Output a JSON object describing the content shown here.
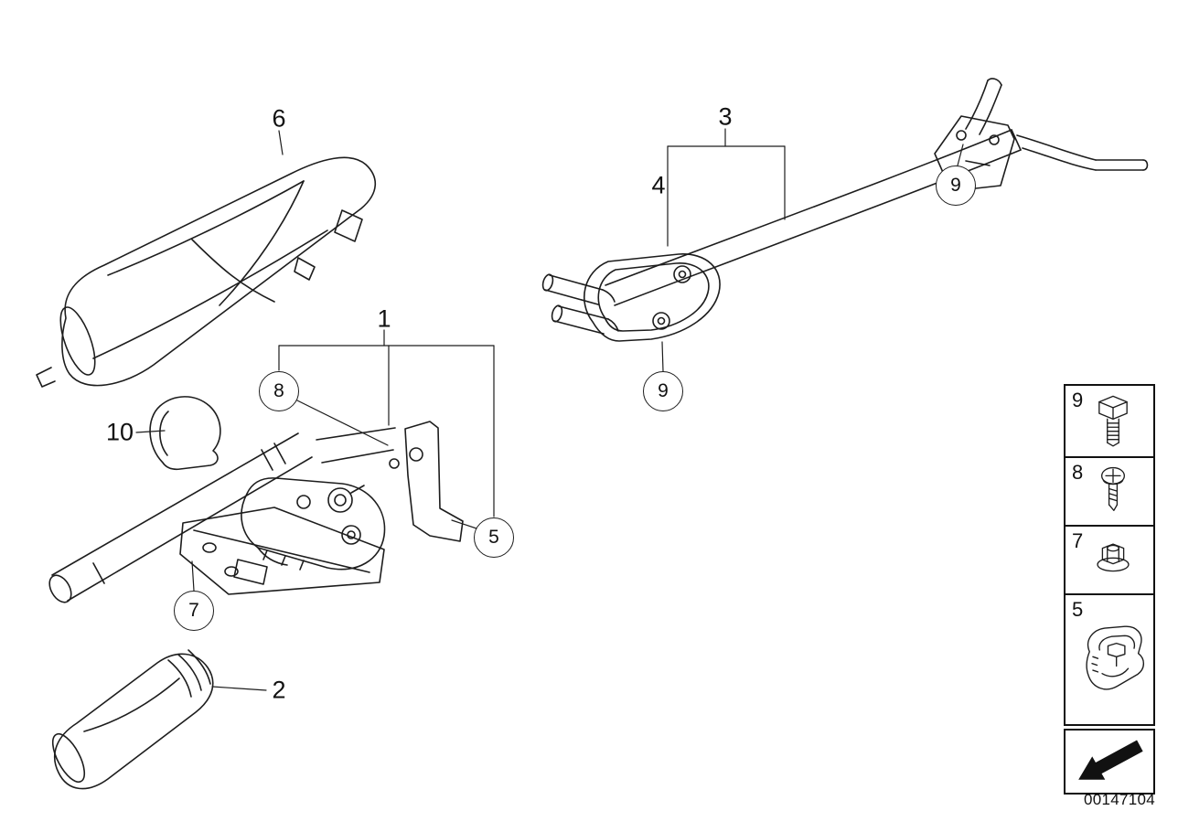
{
  "diagram": {
    "id": "00147104",
    "colors": {
      "line": "#1d1d1d",
      "background": "#ffffff"
    },
    "callouts": [
      {
        "label": "6",
        "circled": false
      },
      {
        "label": "1",
        "circled": false
      },
      {
        "label": "8",
        "circled": true
      },
      {
        "label": "10",
        "circled": false
      },
      {
        "label": "5",
        "circled": true
      },
      {
        "label": "7",
        "circled": true
      },
      {
        "label": "2",
        "circled": false
      },
      {
        "label": "3",
        "circled": false
      },
      {
        "label": "4",
        "circled": false
      },
      {
        "label": "9",
        "circled": true
      },
      {
        "label": "9",
        "circled": true
      }
    ],
    "legend": {
      "items": [
        {
          "label": "9",
          "icon": "hex-bolt-icon"
        },
        {
          "label": "8",
          "icon": "phillips-screw-icon"
        },
        {
          "label": "7",
          "icon": "flange-nut-icon"
        },
        {
          "label": "5",
          "icon": "cable-clip-icon"
        }
      ]
    },
    "footer": {
      "arrow_icon": "direction-arrow-icon"
    }
  }
}
